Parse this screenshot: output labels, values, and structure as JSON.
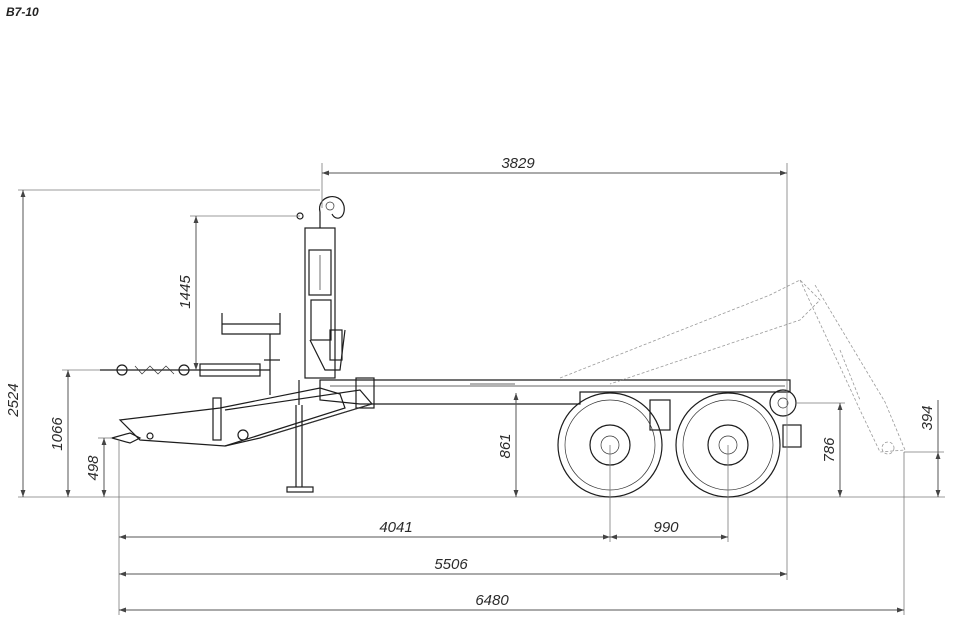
{
  "drawing": {
    "title": "B7-10",
    "dimensions": {
      "hook_to_rear": "3829",
      "hook_height_above_drawbar": "1445",
      "overall_height": "2524",
      "drawbar_height": "1066",
      "tow_eye_height": "498",
      "frame_height": "861",
      "rear_pivot_height": "786",
      "rear_arm_offset": "394",
      "front_to_first_axle": "4041",
      "axle_spacing": "990",
      "front_to_rear_frame": "5506",
      "overall_length": "6480"
    }
  }
}
